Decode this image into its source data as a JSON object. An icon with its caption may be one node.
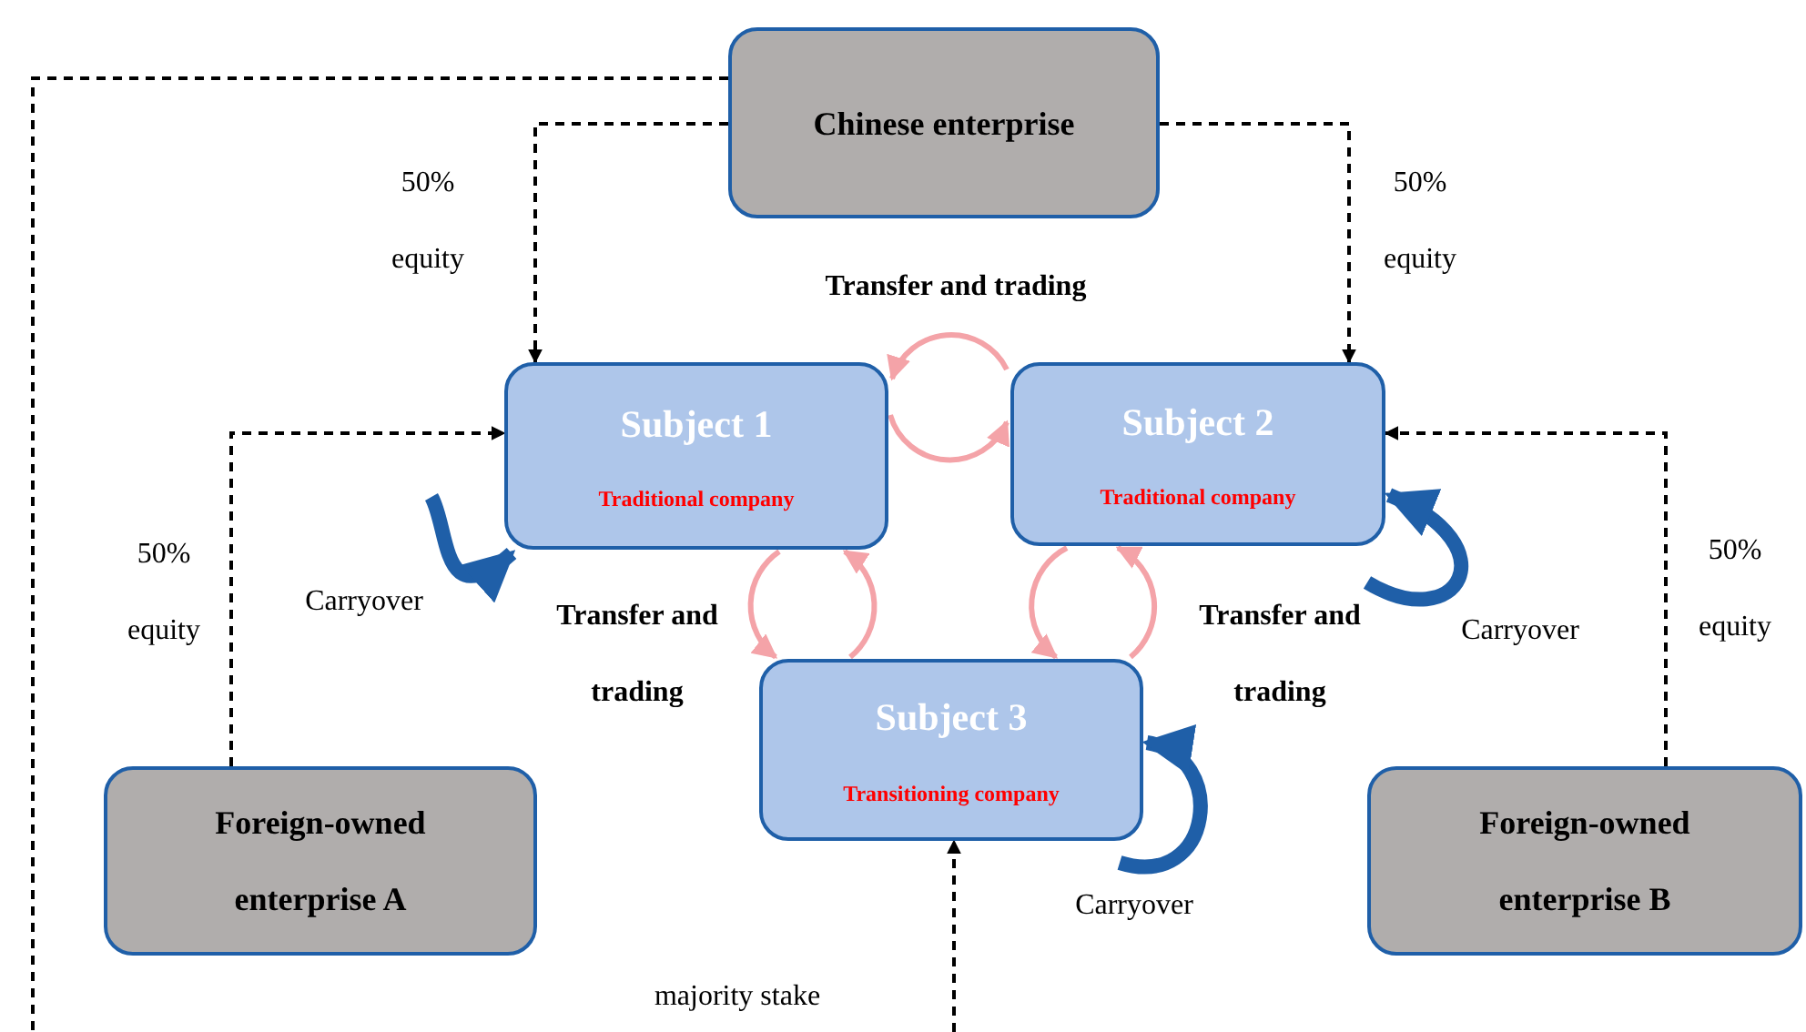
{
  "diagram": {
    "nodes": [
      {
        "text": [
          "Chinese enterprise"
        ]
      },
      {
        "text": [
          "Subject 1",
          "Traditional company"
        ]
      },
      {
        "text": [
          "Subject 2",
          "Traditional company"
        ]
      },
      {
        "text": [
          "Subject 3",
          "Transitioning company"
        ]
      },
      {
        "text": [
          "Foreign-owned enterprise A"
        ]
      },
      {
        "text": [
          "Foreign-owned enterprise B"
        ]
      }
    ],
    "edges": [
      {
        "from": 0,
        "to": 1,
        "arrow": "to",
        "style": "dashed",
        "color": "#000000",
        "label": "50% equity"
      },
      {
        "from": 0,
        "to": 2,
        "arrow": "to",
        "style": "dashed",
        "color": "#000000",
        "label": "50% equity"
      },
      {
        "from": 4,
        "to": 1,
        "arrow": "to",
        "style": "dashed",
        "color": "#000000",
        "label": "50% equity"
      },
      {
        "from": 5,
        "to": 2,
        "arrow": "to",
        "style": "dashed",
        "color": "#000000",
        "label": "50% equity"
      },
      {
        "from": 0,
        "to": null,
        "arrow": "none",
        "style": "dashed",
        "color": "#000000"
      },
      {
        "from": null,
        "to": 3,
        "arrow": "to",
        "style": "dashed",
        "color": "#000000",
        "label": "majority stake"
      },
      {
        "from": 2,
        "to": 1,
        "arrow": "to",
        "color": "#f4a3a8",
        "label": "Transfer and trading"
      },
      {
        "from": 1,
        "to": 2,
        "arrow": "to",
        "color": "#f4a3a8"
      },
      {
        "from": 1,
        "to": 3,
        "arrow": "to",
        "color": "#f4a3a8",
        "label": "Transfer and trading"
      },
      {
        "from": 3,
        "to": 1,
        "arrow": "to",
        "color": "#f4a3a8"
      },
      {
        "from": 2,
        "to": 3,
        "arrow": "to",
        "color": "#f4a3a8"
      },
      {
        "from": 3,
        "to": 2,
        "arrow": "to",
        "color": "#f4a3a8",
        "label": "Transfer and trading"
      },
      {
        "from": null,
        "to": 1,
        "arrow": "to",
        "style": "thick",
        "color": "#1f5fa8",
        "label": "Carryover"
      },
      {
        "from": null,
        "to": 2,
        "arrow": "to",
        "style": "thick",
        "color": "#1f5fa8",
        "label": "Carryover"
      },
      {
        "from": null,
        "to": 3,
        "arrow": "to",
        "style": "thick",
        "color": "#1f5fa8",
        "label": "Carryover"
      }
    ]
  }
}
